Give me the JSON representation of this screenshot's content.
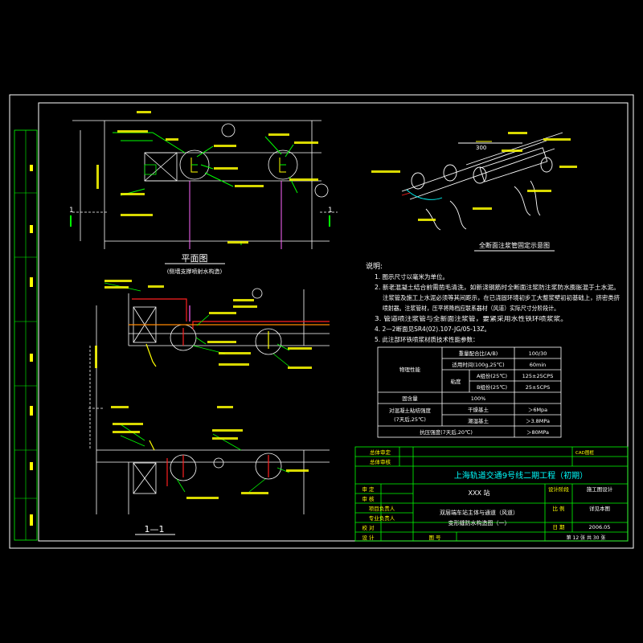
{
  "drawing": {
    "colors": {
      "background": "#000000",
      "frame": "#ffffff",
      "lines": "#ffffff",
      "accent": "#00ff00",
      "annotation": "#ffff00",
      "cyan": "#00ffff",
      "red": "#ff2020",
      "magenta": "#ff66ff",
      "orange": "#ff8800"
    },
    "plan_view": {
      "title": "平面图",
      "subtitle": "(侧墙支撑喷射水构造)",
      "section_mark": "1"
    },
    "section_view": {
      "title": "1—1"
    },
    "isometric": {
      "title": "全断面注浆管固定示意图",
      "dim": "300"
    },
    "notes": {
      "heading": "说明:",
      "lines": [
        "1. 图示尺寸以毫米为单位。",
        "2. 新老混凝土结合前需凿毛清洗，如新浇钢筋时全断面注浆防注浆防水膨胀混于土水泥。",
        "注浆管及施工上水泥必须等其间距示，在已浇固环境初步工大整浆壁初初基础上，挤密类挤",
        "喷射器。注浆管材，压平将降档应联系器材（风道）实际尺寸分阶段计。",
        "3. 管道喷注浆管与全新面注浆管，要紧采用水性铁环喷浆浆。",
        "4. 2—2断面见SR4(02).107-JG/05-13Z。",
        "5. 此注部环铁喷浆材质技术性能参数："
      ]
    },
    "spec_table": {
      "rows": [
        {
          "group": "物理性能",
          "item": "重量配合比(A/B)",
          "sub": "",
          "value": "100/30"
        },
        {
          "group": "",
          "item": "适用时间(100g,25℃)",
          "sub": "",
          "value": "60min"
        },
        {
          "group": "",
          "item": "粘度",
          "sub": "A组份(25℃)",
          "value": "125±25CPS"
        },
        {
          "group": "",
          "item": "",
          "sub": "B组份(25℃)",
          "value": "25±5CPS"
        },
        {
          "group": "固含量",
          "item": "",
          "sub": "",
          "value": "100%"
        },
        {
          "group": "对混凝土粘结强度",
          "item": "干燥基土",
          "sub": "",
          "value": "＞6Mpa"
        },
        {
          "group": "(7天后,25℃)",
          "item": "潮湿基土",
          "sub": "",
          "value": "＞3.8MPa"
        },
        {
          "group": "抗压强度(7天后,20℃)",
          "item": "",
          "sub": "",
          "value": "＞80MPa"
        }
      ]
    },
    "title_block": {
      "review1": "总体审定",
      "review2": "总体审核",
      "cad_label": "CAD图框",
      "project_name": "上海轨道交通9号线二期工程（初期）",
      "station": "XXX 站",
      "left_rows": [
        "审 定",
        "审 核",
        "项目负责人",
        "专业负责人",
        "校 对",
        "设 计"
      ],
      "drawing_title_1": "双层端车站主体与通道（风道）",
      "drawing_title_2": "变形缝防水构造图（一）",
      "stage_label": "设计阶段",
      "stage_value": "施工图设计",
      "scale_label": "比 例",
      "scale_value": "详见本图",
      "date_label": "日 期",
      "date_value": "2006.05",
      "drawing_no_label": "图 号",
      "sheet": "第 12 张  共 30 张"
    }
  }
}
